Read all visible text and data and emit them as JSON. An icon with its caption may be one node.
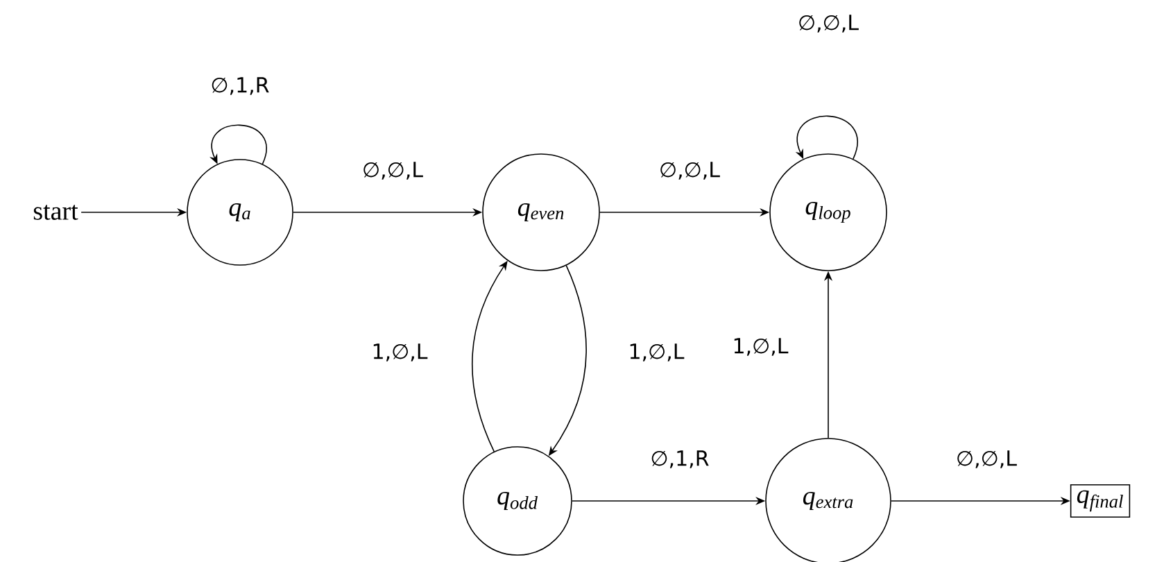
{
  "diagram": {
    "nodes": [
      {
        "text": [
          "start"
        ]
      },
      {
        "text": [
          "q$_{a}$"
        ]
      },
      {
        "text": [
          "q$_{even}$"
        ]
      },
      {
        "text": [
          "q$_{loop}$"
        ]
      },
      {
        "text": [
          "q$_{odd}$"
        ]
      },
      {
        "text": [
          "q$_{extra}$"
        ]
      },
      {
        "text": [
          "q$_{final}$"
        ]
      }
    ],
    "edges": [
      {
        "from": 0,
        "to": 1,
        "arrow": "to"
      },
      {
        "from": 1,
        "to": 1,
        "arrow": "to",
        "label": "∅,1,R"
      },
      {
        "from": 1,
        "to": 2,
        "arrow": "to",
        "label": "∅,∅,L"
      },
      {
        "from": 2,
        "to": 3,
        "arrow": "to",
        "label": "∅,∅,L"
      },
      {
        "from": 3,
        "to": 3,
        "arrow": "to",
        "label": "∅,∅,L"
      },
      {
        "from": 2,
        "to": 4,
        "arrow": "to",
        "label": "1,∅,L"
      },
      {
        "from": 4,
        "to": 2,
        "arrow": "to",
        "label": "1,∅,L"
      },
      {
        "from": 4,
        "to": 5,
        "arrow": "to",
        "label": "∅,1,R"
      },
      {
        "from": 5,
        "to": 3,
        "arrow": "to",
        "label": "1,∅,L"
      },
      {
        "from": 5,
        "to": 6,
        "arrow": "to",
        "label": "∅,∅,L"
      }
    ]
  }
}
